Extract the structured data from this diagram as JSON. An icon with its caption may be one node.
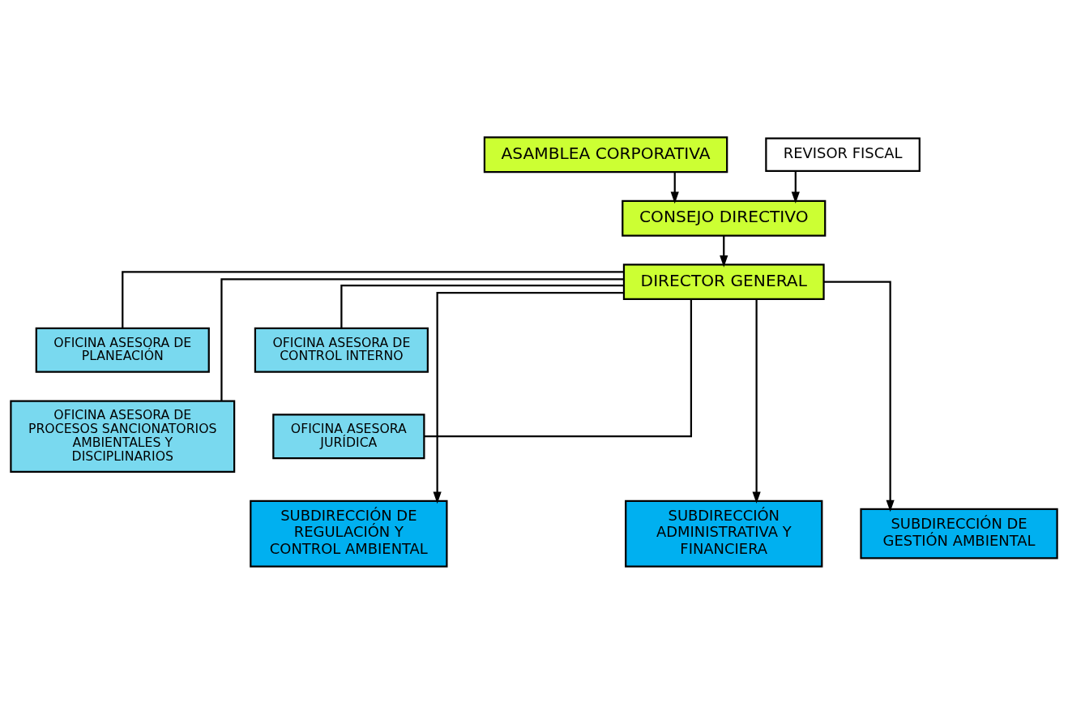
{
  "diagram": {
    "nodes": [
      {
        "text": [
          "ASAMBLEA CORPORATIVA"
        ]
      },
      {
        "text": [
          "REVISOR FISCAL"
        ]
      },
      {
        "text": [
          "CONSEJO DIRECTIVO"
        ]
      },
      {
        "text": [
          "DIRECTOR GENERAL"
        ]
      },
      {
        "text": [
          "OFICINA ASESORA DE PLANEACIÓN"
        ]
      },
      {
        "text": [
          "OFICINA ASESORA DE CONTROL INTERNO"
        ]
      },
      {
        "text": [
          "OFICINA ASESORA DE PROCESOS SANCIONATORIOS AMBIENTALES Y DISCIPLINARIOS"
        ]
      },
      {
        "text": [
          "OFICINA ASESORA JURÍDICA"
        ]
      },
      {
        "text": [
          "SUBDIRECCIÓN DE GESTIÓN AMBIENTAL"
        ]
      },
      {
        "text": [
          "SUBDIRECCIÓN DE REGULACIÓN Y CONTROL AMBIENTAL"
        ]
      },
      {
        "text": [
          "SUBDIRECCIÓN ADMINISTRATIVA Y FINANCIERA"
        ]
      }
    ],
    "edges": [
      {
        "from": 0,
        "to": 2,
        "arrow": "to"
      },
      {
        "from": 1,
        "to": 2,
        "arrow": "to"
      },
      {
        "from": 2,
        "to": 3,
        "arrow": "to"
      },
      {
        "from": 3,
        "to": 4,
        "arrow": "none"
      },
      {
        "from": 3,
        "to": 5,
        "arrow": "none"
      },
      {
        "from": 3,
        "to": 6,
        "arrow": "none"
      },
      {
        "from": 3,
        "to": 7,
        "arrow": "none"
      },
      {
        "from": 3,
        "to": 8,
        "arrow": "to"
      },
      {
        "from": 3,
        "to": 9,
        "arrow": "to"
      },
      {
        "from": 3,
        "to": 10,
        "arrow": "to"
      }
    ]
  }
}
